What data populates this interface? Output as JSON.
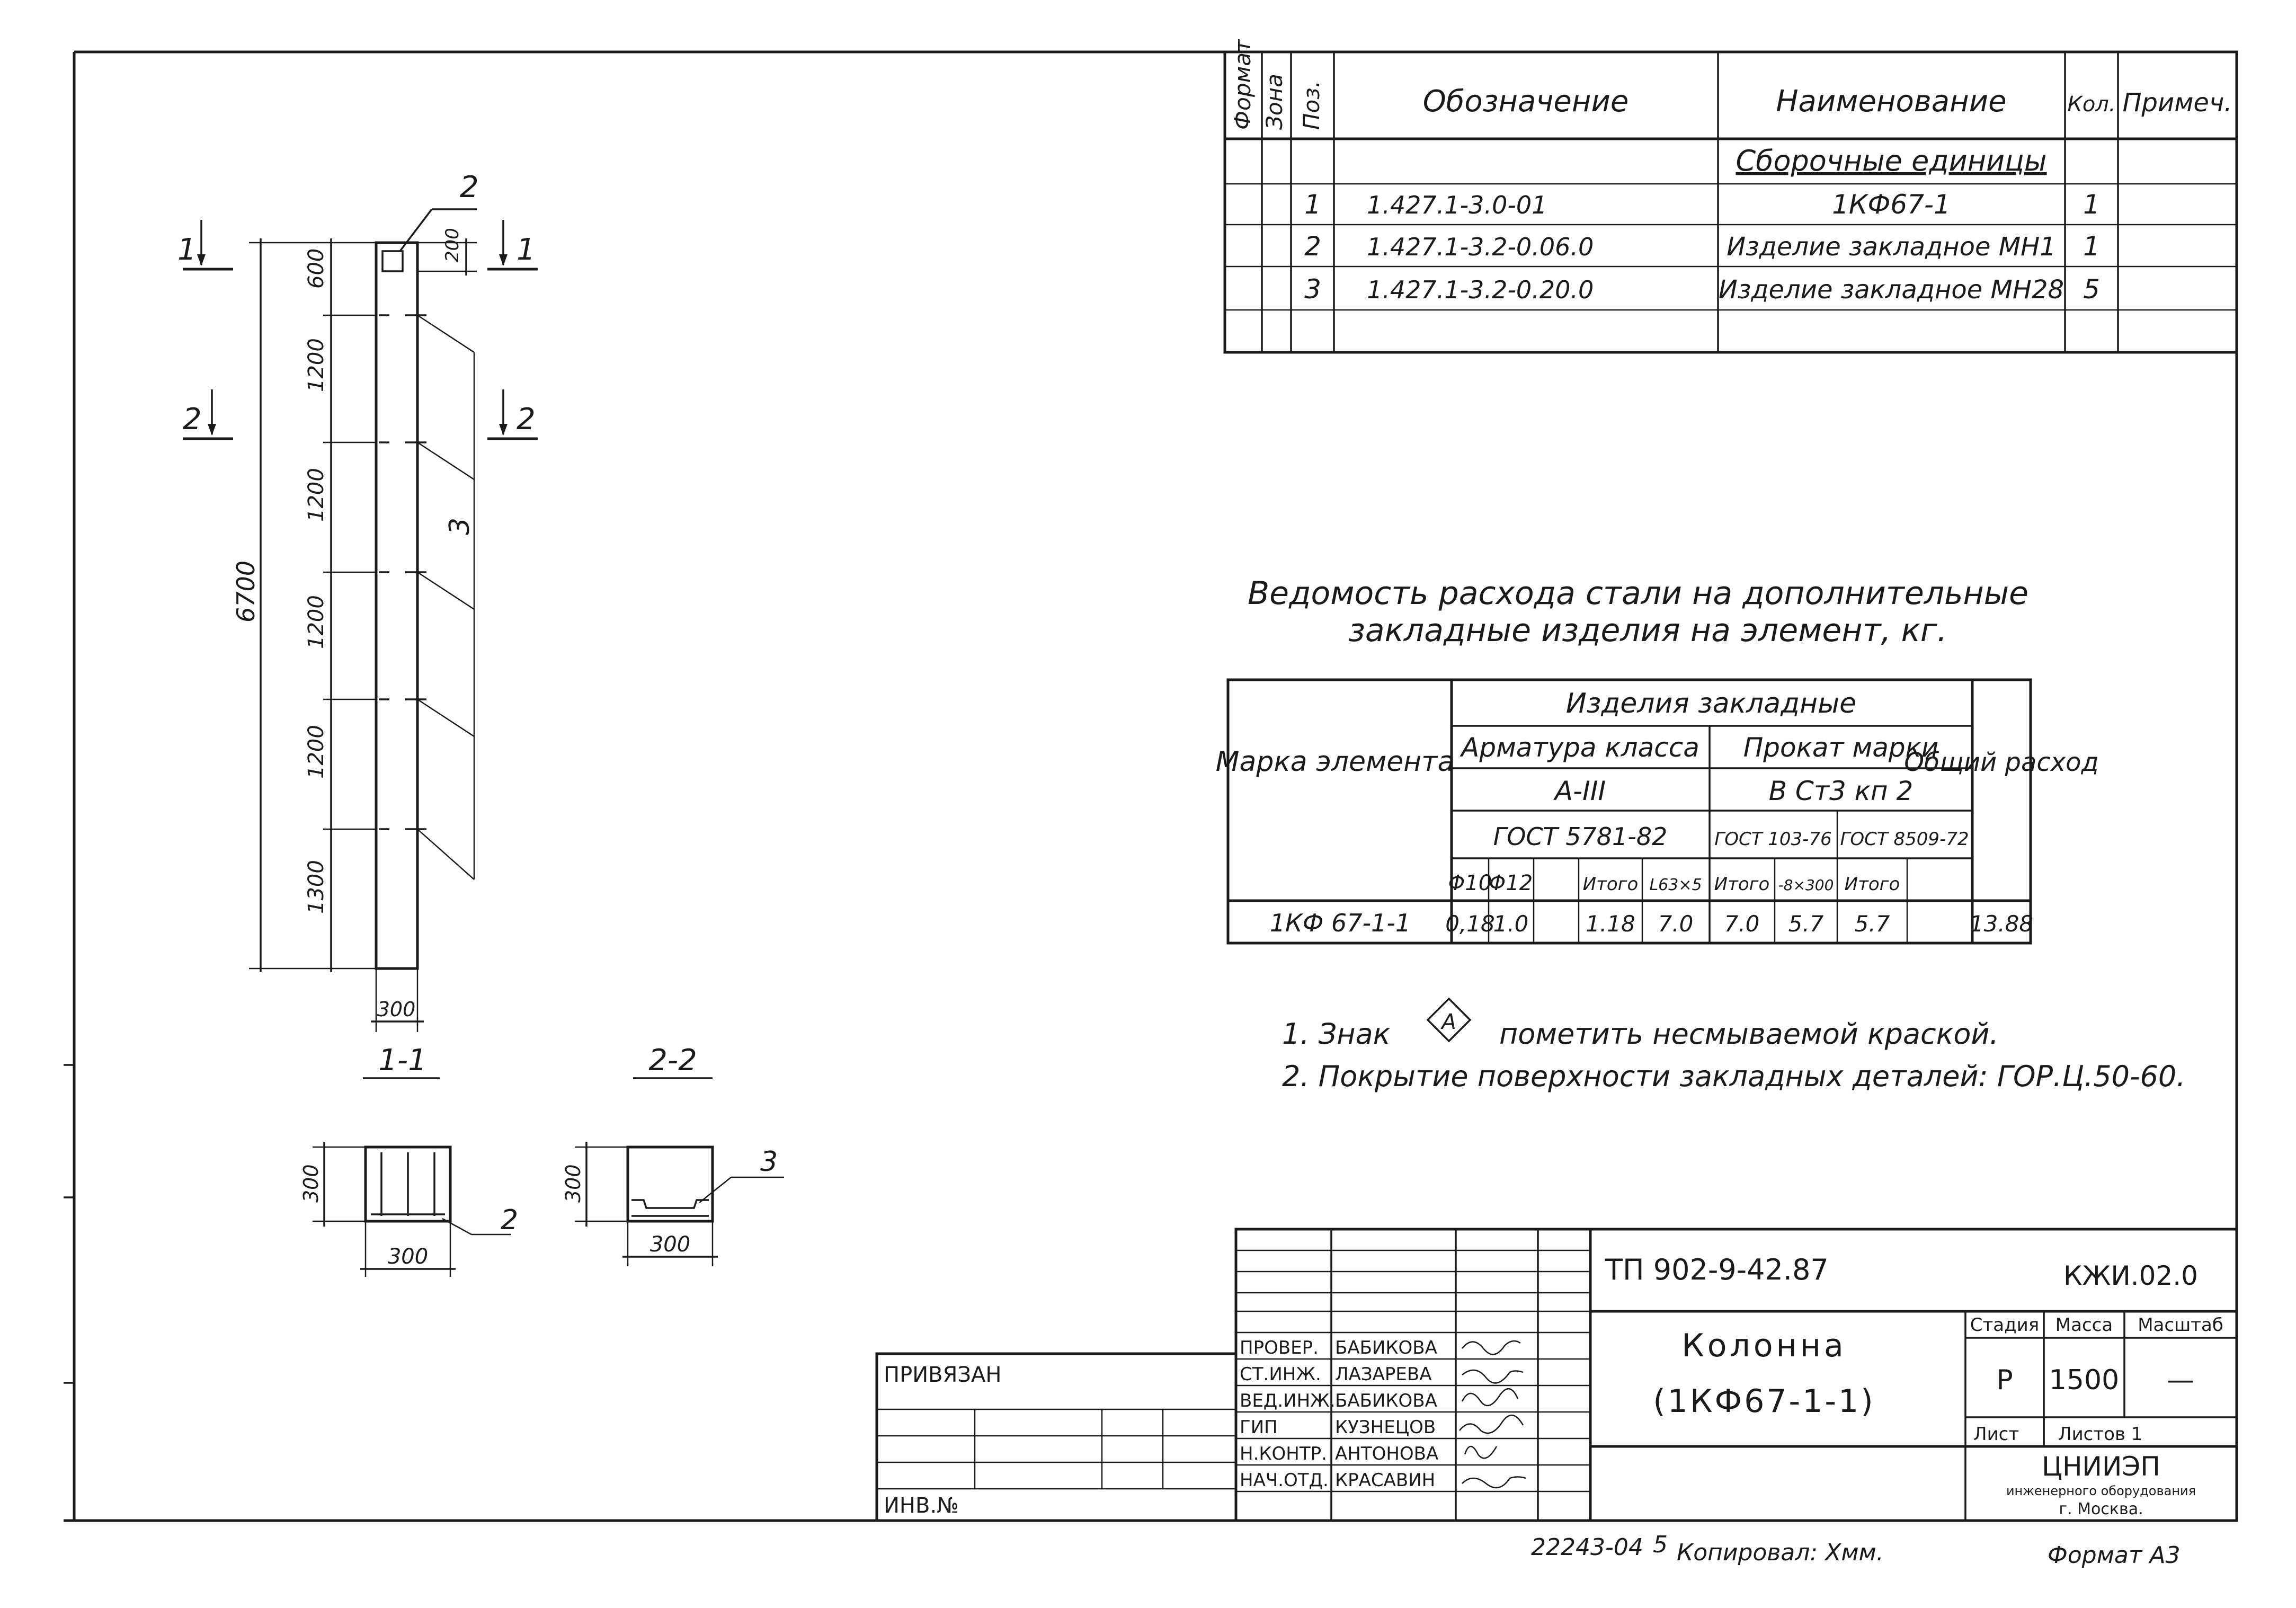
{
  "spec_table": {
    "vertical_headers": [
      "Формат",
      "Зона",
      "Поз."
    ],
    "headers": [
      "Обозначение",
      "Наименование",
      "Кол.",
      "Примеч."
    ],
    "section": "Сборочные единицы",
    "rows": [
      {
        "pos": "1",
        "designation": "1.427.1-3.0-01",
        "name": "1КФ67-1",
        "qty": "1"
      },
      {
        "pos": "2",
        "designation": "1.427.1-3.2-0.06.0",
        "name": "Изделие закладное МН1",
        "qty": "1"
      },
      {
        "pos": "3",
        "designation": "1.427.1-3.2-0.20.0",
        "name": "Изделие закладное МН28",
        "qty": "5"
      }
    ]
  },
  "steel_title": [
    "Ведомость расхода стали на дополнительные",
    "закладные изделия на элемент, кг."
  ],
  "steel_table": {
    "mark_header": "Марка элемента",
    "group_header": "Изделия закладные",
    "rebar_header": "Арматура класса",
    "rebar_class": "А-III",
    "rebar_gost": "ГОСТ 5781-82",
    "rolled_header": "Прокат марки",
    "rolled_grade": "В Ст3 кп 2",
    "rolled_gost1": "ГОСТ 103-76",
    "rolled_gost2": "ГОСТ 8509-72",
    "total_header": "Общий расход",
    "cols": [
      "Φ10",
      "Φ12",
      "",
      "Итого",
      "L63×5",
      "Итого",
      "-8×300",
      "Итого"
    ],
    "row": {
      "mark": "1КФ 67-1-1",
      "values": [
        "0,18",
        "1.0",
        "",
        "1.18",
        "7.0",
        "7.0",
        "5.7",
        "5.7"
      ],
      "total": "13.88"
    }
  },
  "notes": {
    "note1_a": "1. Знак",
    "note1_b": "пометить несмываемой краской.",
    "mark_sign": "А",
    "note2": "2. Покрытие поверхности закладных деталей: ГОР.Ц.50-60."
  },
  "drawing": {
    "total_length": "6700",
    "dims": [
      "600",
      "1200",
      "1200",
      "1200",
      "1200",
      "1300"
    ],
    "top_offset": "200",
    "width_dim": "300",
    "section_marks": [
      "1",
      "2"
    ],
    "section_1": "1-1",
    "section_2": "2-2",
    "section_size": "300",
    "callouts": [
      "2",
      "3"
    ]
  },
  "title_block": {
    "code": "ТП 902-9-42.87",
    "sheet_code": "КЖИ.02.0",
    "title_line1": "Колонна",
    "title_line2": "(1КФ67-1-1)",
    "stage_header": "Стадия",
    "mass_header": "Масса",
    "scale_header": "Масштаб",
    "stage": "Р",
    "mass": "1500",
    "scale": "—",
    "sheet_label": "Лист",
    "sheets_label": "Листов 1",
    "org1": "ЦНИИЭП",
    "org2": "инженерного оборудования",
    "org3": "г. Москва.",
    "signatures": [
      {
        "role": "ПРОВЕР.",
        "name": "БАБИКОВА"
      },
      {
        "role": "СТ.ИНЖ.",
        "name": "ЛАЗАРЕВА"
      },
      {
        "role": "ВЕД.ИНЖ.",
        "name": "БАБИКОВА"
      },
      {
        "role": "ГИП",
        "name": "КУЗНЕЦОВ"
      },
      {
        "role": "Н.КОНТР.",
        "name": "АНТОНОВА"
      },
      {
        "role": "НАЧ.ОТД.",
        "name": "КРАСАВИН"
      }
    ],
    "bound_label": "ПРИВЯЗАН",
    "inv_label": "ИНВ.№"
  },
  "footer": {
    "copy_number": "22243-04",
    "copy_sheet": "5",
    "copied_by": "Копировал: Хмм.",
    "format": "Формат А3"
  }
}
